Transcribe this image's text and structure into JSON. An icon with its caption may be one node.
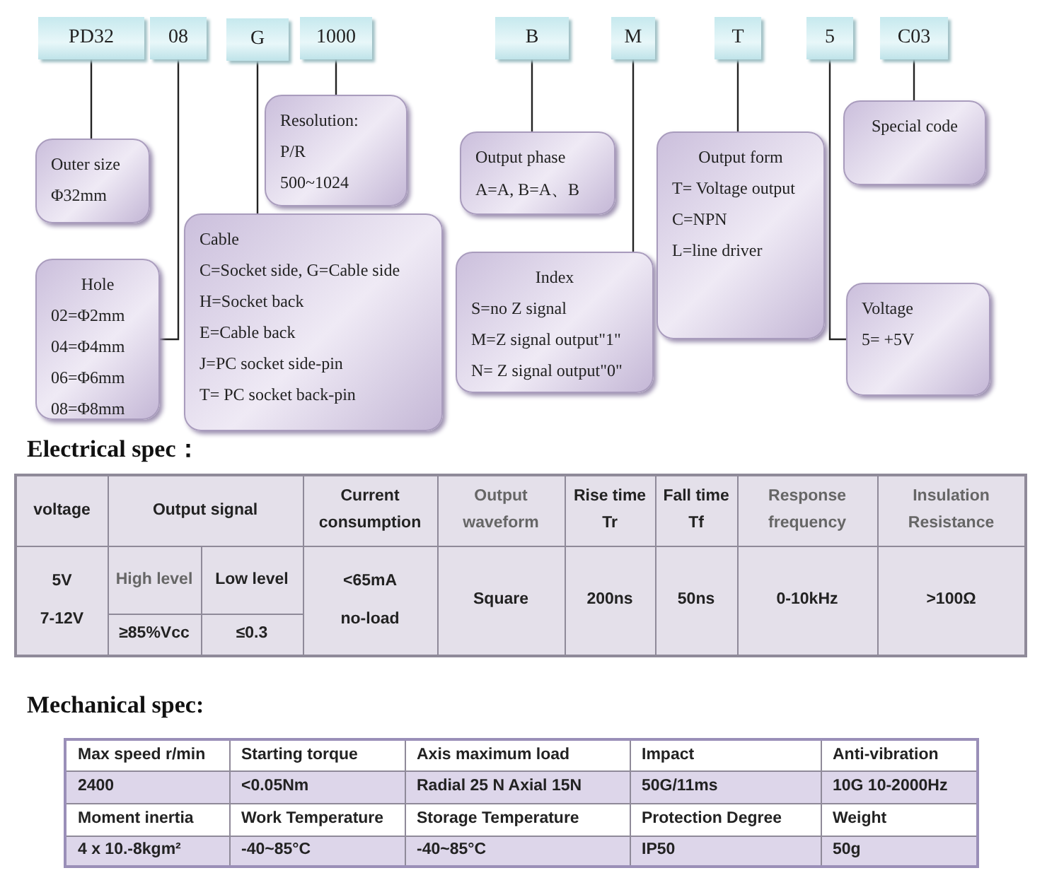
{
  "diagram": {
    "nodes": [
      {
        "text": [
          "PD32"
        ]
      },
      {
        "text": [
          "08"
        ]
      },
      {
        "text": [
          "G"
        ]
      },
      {
        "text": [
          "1000"
        ]
      },
      {
        "text": [
          "B"
        ]
      },
      {
        "text": [
          "M"
        ]
      },
      {
        "text": [
          "T"
        ]
      },
      {
        "text": [
          "5"
        ]
      },
      {
        "text": [
          "C03"
        ]
      },
      {
        "text": [
          "Outer size",
          "Φ32mm"
        ]
      },
      {
        "text": [
          "Hole",
          "02=Φ2mm",
          "04=Φ4mm",
          "06=Φ6mm",
          "08=Φ8mm"
        ]
      },
      {
        "text": [
          "Resolution:",
          "P/R",
          "500~1024"
        ]
      },
      {
        "text": [
          "Cable",
          "C=Socket side, G=Cable side",
          "H=Socket back",
          "E=Cable back",
          "J=PC socket side-pin",
          "T= PC socket back-pin"
        ]
      },
      {
        "text": [
          "Output phase",
          "A=A, B=A、B"
        ]
      },
      {
        "text": [
          "Index",
          "S=no Z signal",
          "M=Z signal output\"1\"",
          "N= Z signal output\"0\""
        ]
      },
      {
        "text": [
          "Output form",
          "T= Voltage output",
          "C=NPN",
          "L=line driver"
        ]
      },
      {
        "text": [
          "Special code"
        ]
      },
      {
        "text": [
          "Voltage",
          "5= +5V"
        ]
      }
    ],
    "edges": [
      {
        "from": 0,
        "to": 9,
        "arrow": "none"
      },
      {
        "from": 1,
        "to": 10,
        "arrow": "none"
      },
      {
        "from": 2,
        "to": 12,
        "arrow": "none"
      },
      {
        "from": 3,
        "to": 11,
        "arrow": "none"
      },
      {
        "from": 4,
        "to": 13,
        "arrow": "none"
      },
      {
        "from": 5,
        "to": 14,
        "arrow": "none"
      },
      {
        "from": 6,
        "to": 15,
        "arrow": "none"
      },
      {
        "from": 7,
        "to": 17,
        "arrow": "none"
      },
      {
        "from": 8,
        "to": 16,
        "arrow": "none"
      }
    ],
    "labels": [
      "Electrical spec：",
      "voltage",
      "Output signal",
      "Current consumption",
      "Output waveform",
      "Rise time Tr",
      "Fall time Tf",
      "Response frequency",
      "Insulation Resistance",
      "5V",
      "High level",
      "Low level",
      "<65mA",
      "Square",
      "200ns",
      "50ns",
      "0-10kHz",
      ">100Ω",
      "7-12V",
      "≥85%Vcc",
      "≤0.3",
      "no-load",
      "Mechanical spec:",
      "Max speed r/min",
      "Starting torque",
      "Axis maximum load",
      "Impact",
      "Anti-vibration",
      "2400",
      "<0.05Nm",
      "Radial 25 N Axial 15N",
      "50G/11ms",
      "10G 10-2000Hz",
      "Moment inertia",
      "Work Temperature",
      "Storage Temperature",
      "Protection Degree",
      "Weight",
      "4 x 10.-8kgm²",
      "-40~85°C",
      "-40~85°C",
      "IP50",
      "50g"
    ]
  }
}
